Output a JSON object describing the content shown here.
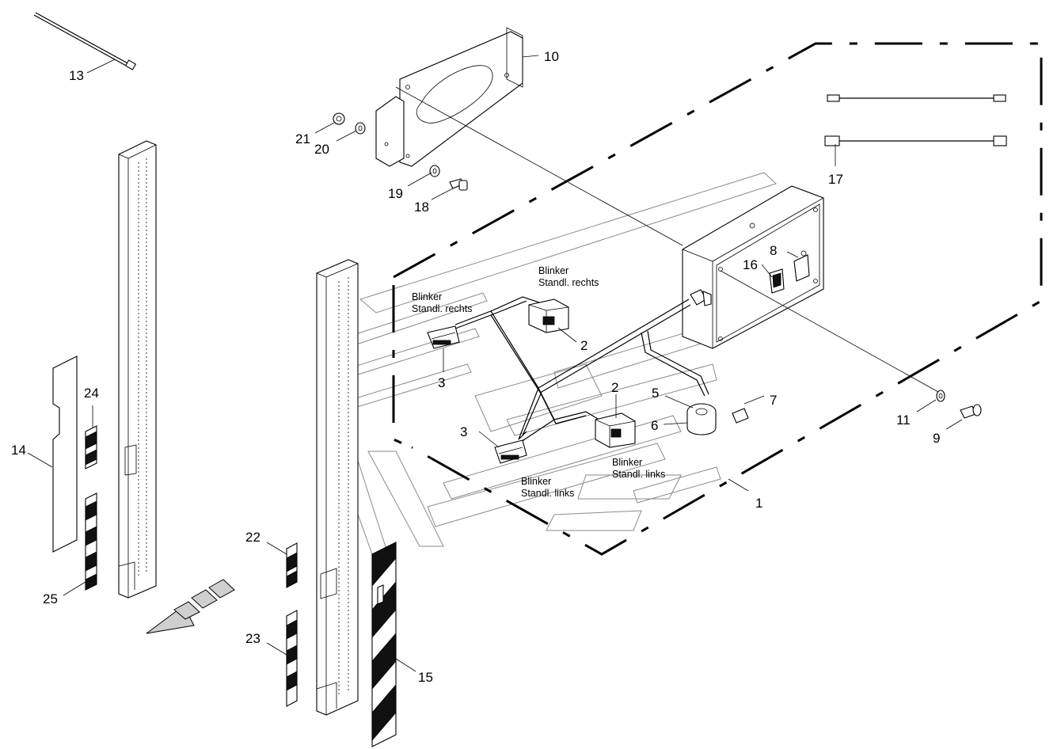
{
  "diagram": {
    "part_numbers": {
      "p1": "1",
      "p2a": "2",
      "p2b": "2",
      "p3a": "3",
      "p3b": "3",
      "p5": "5",
      "p6": "6",
      "p7": "7",
      "p8": "8",
      "p9": "9",
      "p10": "10",
      "p11": "11",
      "p13": "13",
      "p14": "14",
      "p15": "15",
      "p16": "16",
      "p17": "17",
      "p18": "18",
      "p19": "19",
      "p20": "20",
      "p21": "21",
      "p22": "22",
      "p23": "23",
      "p24": "24",
      "p25": "25"
    },
    "annotations": {
      "rear_right_top_line1": "Blinker",
      "rear_right_top_line2": "Standl. rechts",
      "left_right_line1": "Blinker",
      "left_right_line2": "Standl. rechts",
      "left_left_line1": "Blinker",
      "left_left_line2": "Standl. links",
      "front_left_line1": "Blinker",
      "front_left_line2": "Standl. links"
    }
  }
}
